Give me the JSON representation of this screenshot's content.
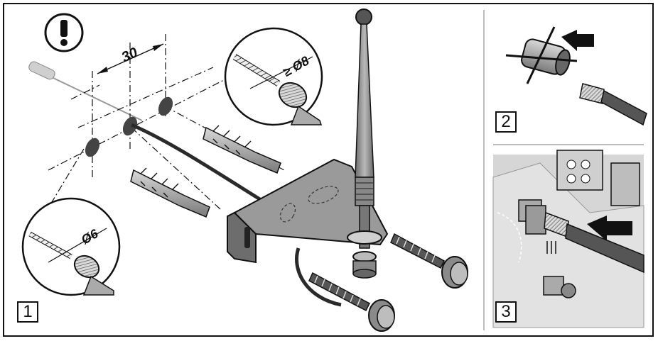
{
  "panels": [
    {
      "step": "1",
      "spacing_label": "30",
      "large_drill_label": "≥ Ø8",
      "small_drill_label": "Ø6"
    },
    {
      "step": "2"
    },
    {
      "step": "3"
    }
  ],
  "icons": {
    "warning": "exclamation-circle-icon",
    "connector_cross": "cross-icon",
    "insert_arrow": "arrow-left-icon"
  }
}
